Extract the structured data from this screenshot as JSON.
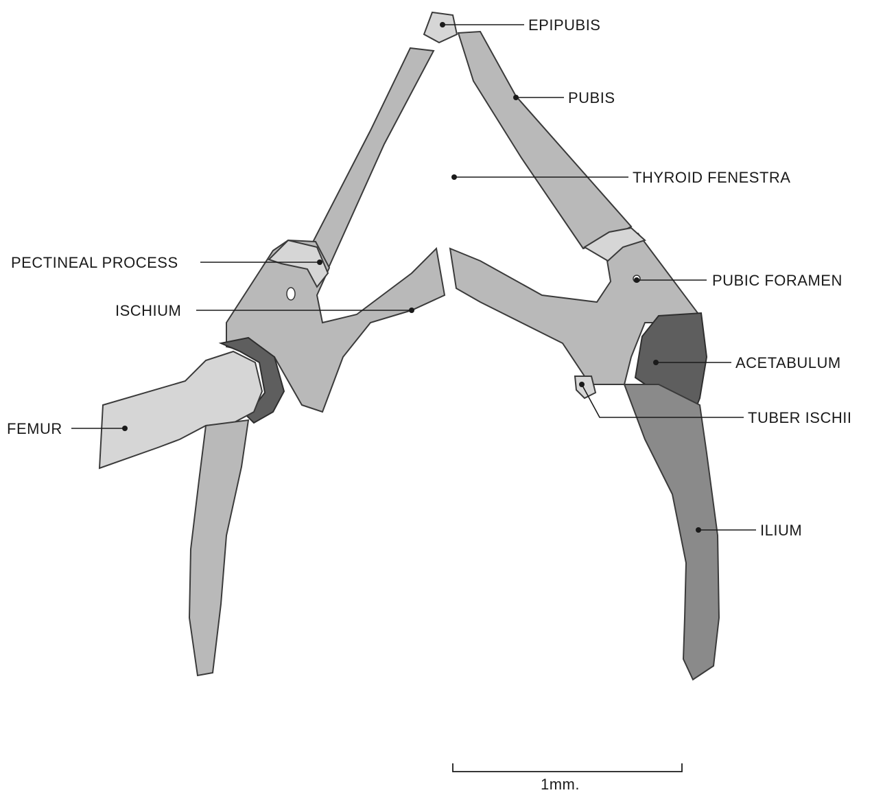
{
  "labels": {
    "epipubis": "EPIPUBIS",
    "pubis": "PUBIS",
    "thyroid_fenestra": "THYROID FENESTRA",
    "pectineal_process": "PECTINEAL PROCESS",
    "pubic_foramen": "PUBIC FORAMEN",
    "ischium": "ISCHIUM",
    "acetabulum": "ACETABULUM",
    "tuber_ischii": "TUBER ISCHII",
    "femur": "FEMUR",
    "ilium": "ILIUM"
  },
  "scale_bar": {
    "label": "1mm."
  },
  "colors": {
    "bone": "#b9b9b9",
    "bone_dark": "#8a8a8a",
    "socket": "#5e5e5e",
    "ink": "#1a1a1a"
  }
}
